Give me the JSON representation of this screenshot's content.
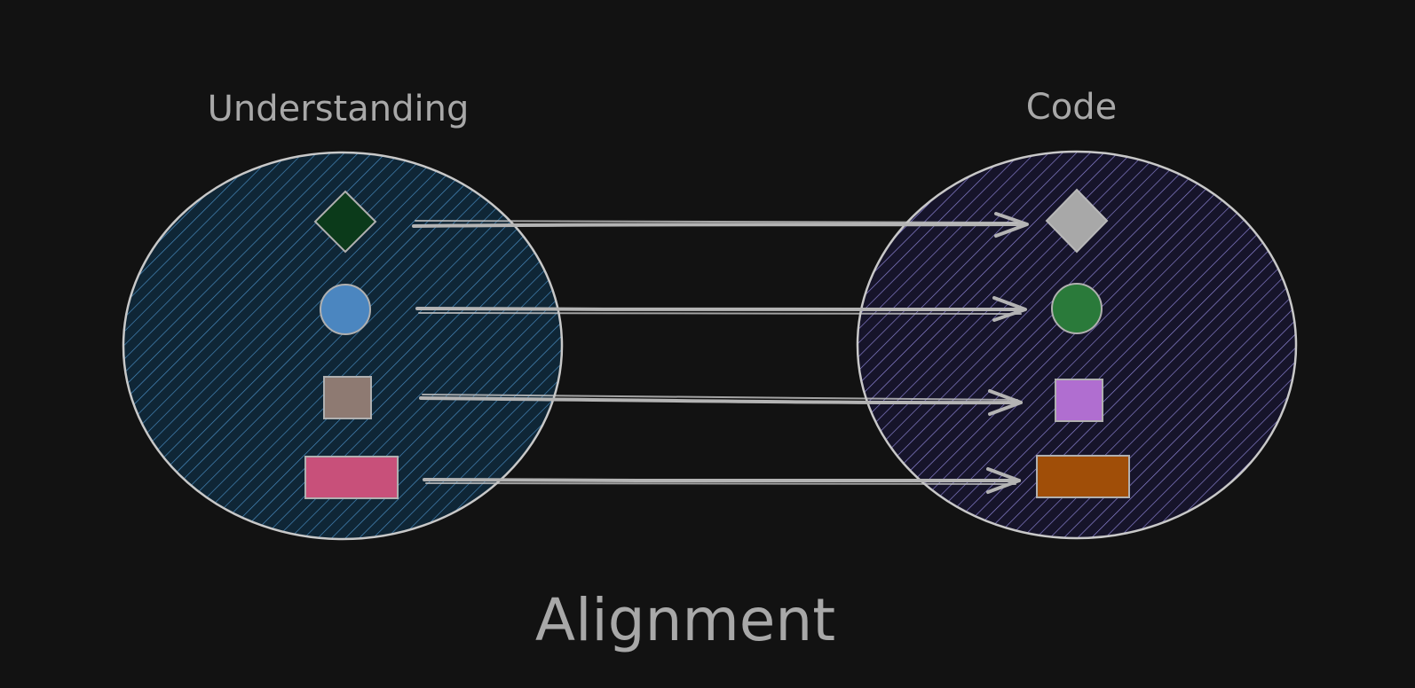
{
  "canvas": {
    "background": "#121212"
  },
  "groups": {
    "left": {
      "title": "Understanding",
      "hatch_color": "#4a8ec4",
      "fill_color": "#0f2636",
      "outline_color": "#c8c8c8"
    },
    "right": {
      "title": "Code",
      "hatch_color": "#8f86d8",
      "fill_color": "#16142a",
      "outline_color": "#c8c8c8"
    }
  },
  "left_shapes": [
    {
      "shape": "diamond",
      "color": "#0b3a1a"
    },
    {
      "shape": "circle",
      "color": "#4b86c0"
    },
    {
      "shape": "square",
      "color": "#8e7a72"
    },
    {
      "shape": "rectangle",
      "color": "#c8507a"
    }
  ],
  "right_shapes": [
    {
      "shape": "diamond",
      "color": "#a8a8a8"
    },
    {
      "shape": "circle",
      "color": "#2a7a3a"
    },
    {
      "shape": "square",
      "color": "#b06ed0"
    },
    {
      "shape": "rectangle",
      "color": "#a04e08"
    }
  ],
  "arrow_color": "#b4b4b4",
  "caption": "Alignment"
}
